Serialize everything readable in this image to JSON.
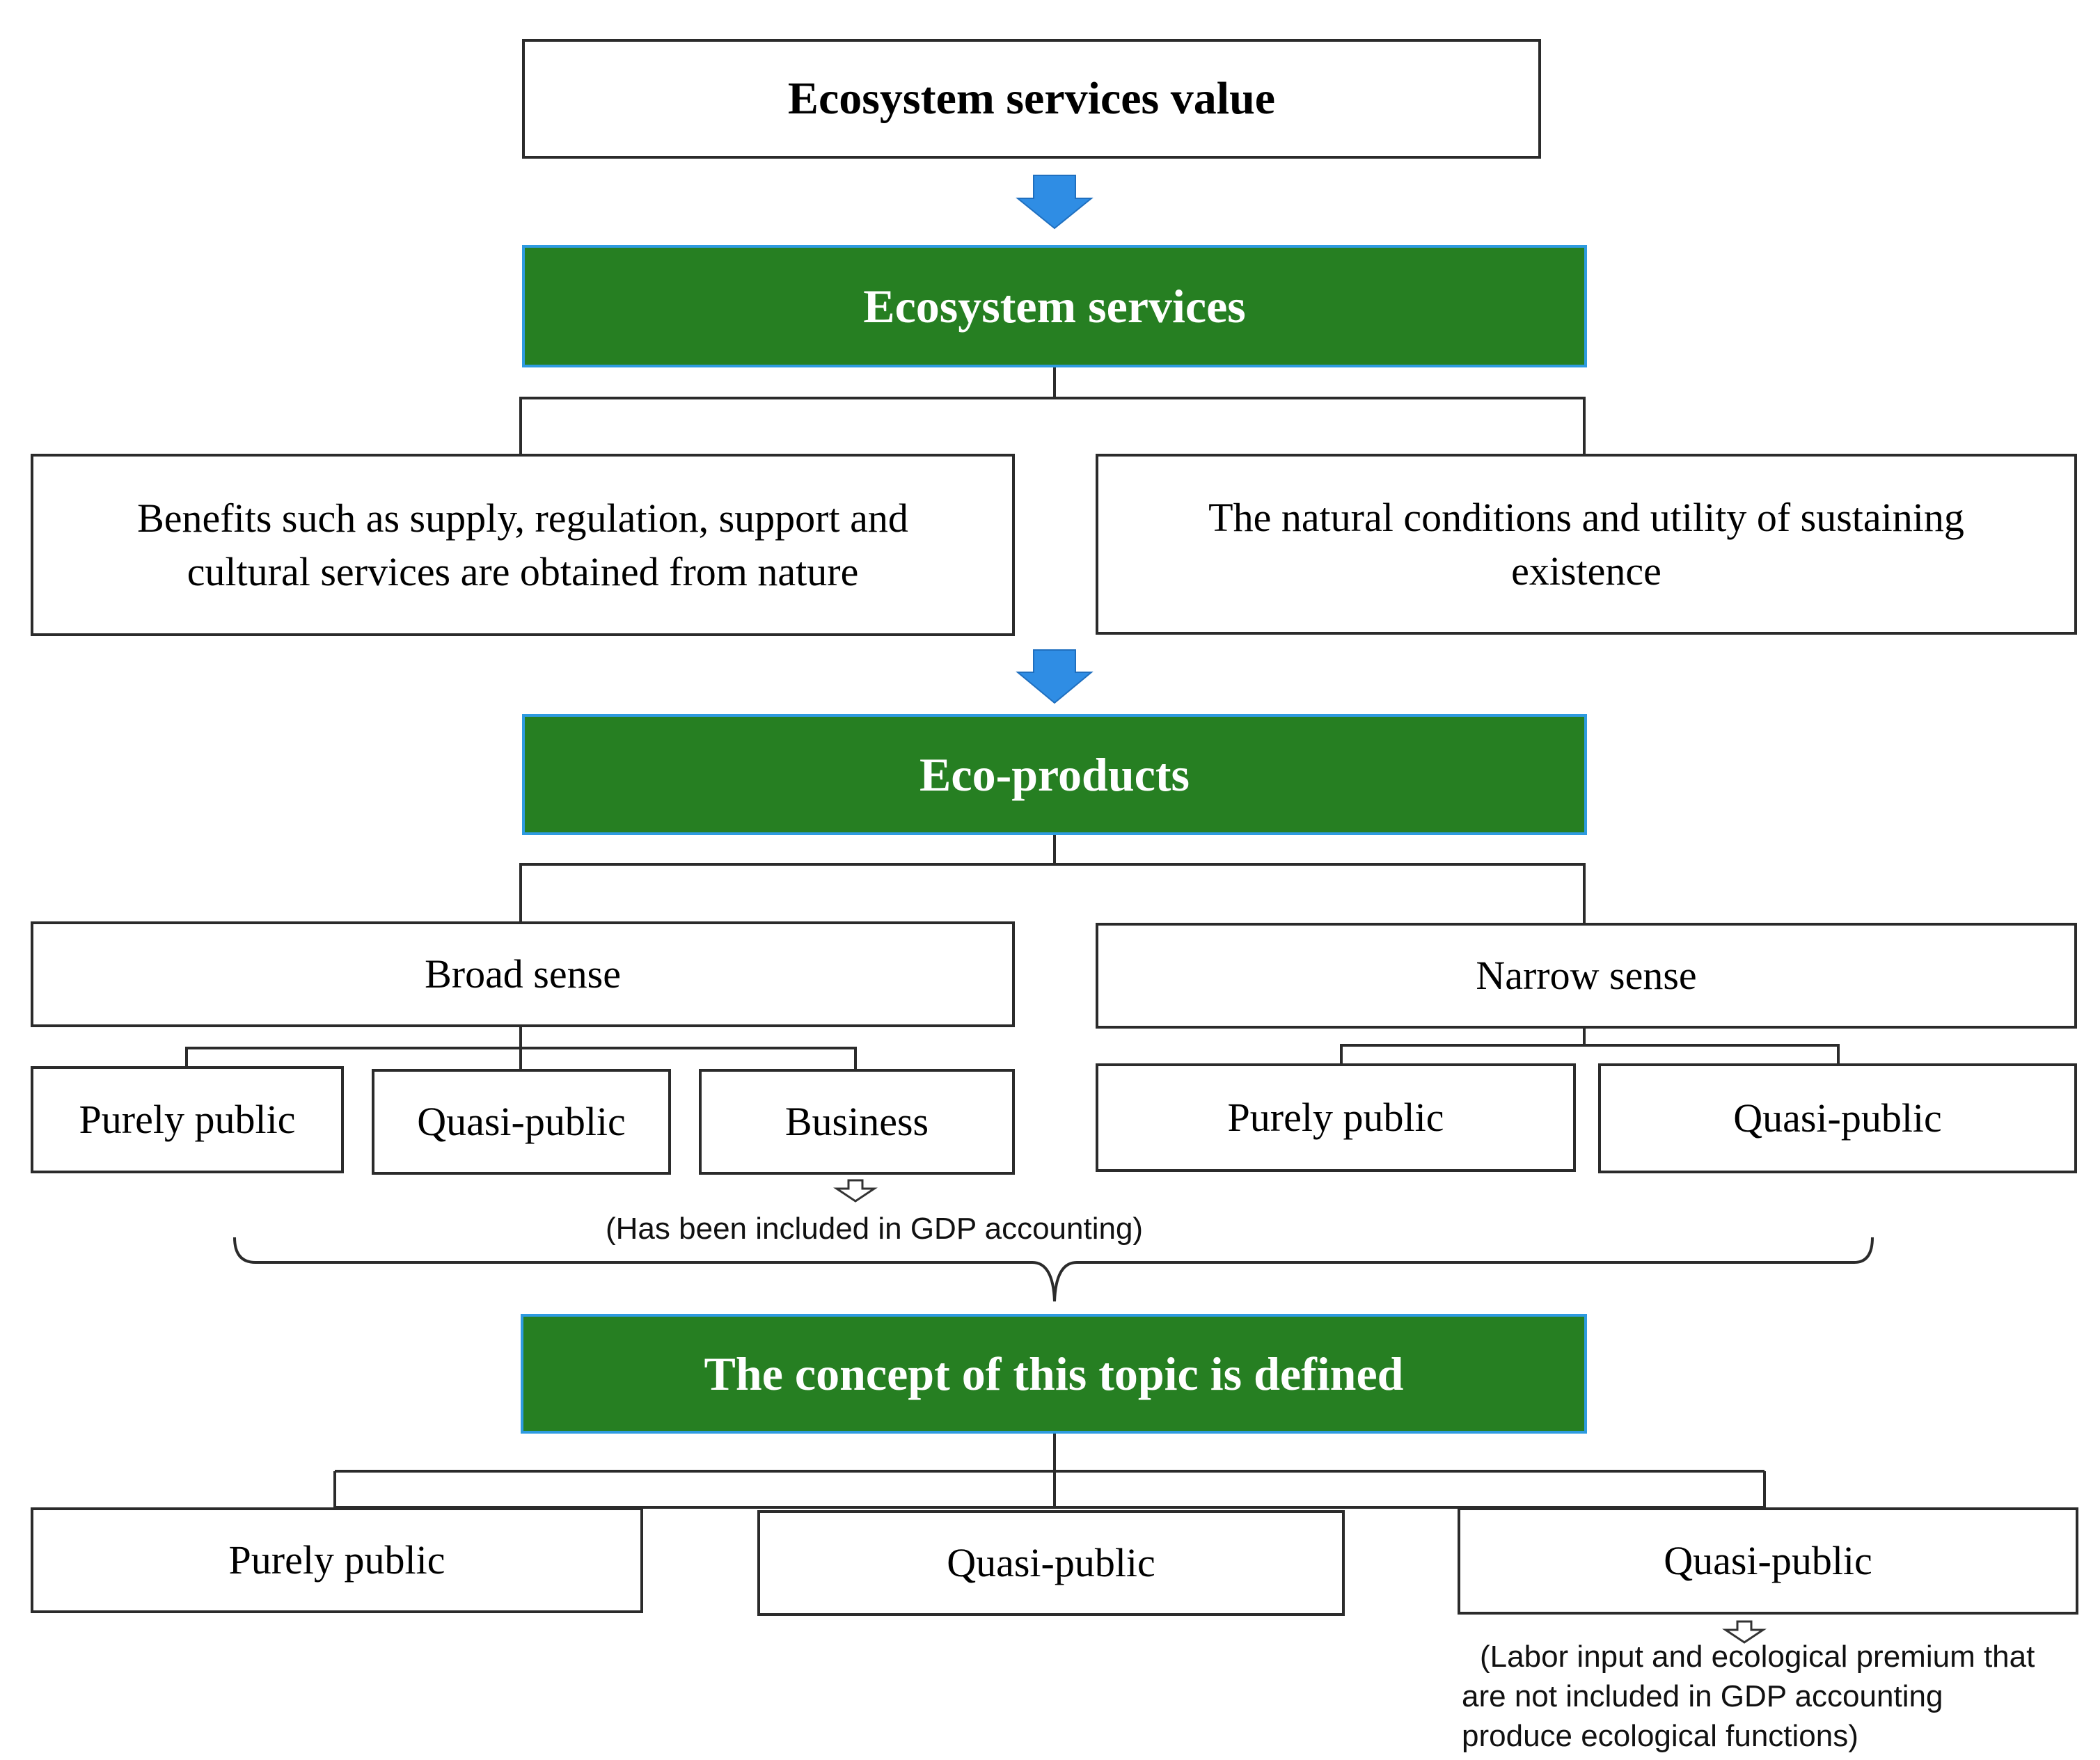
{
  "title": "Ecosystem services value",
  "level1": {
    "label": "Ecosystem services",
    "left": "Benefits such as supply, regulation, support and cultural services are obtained from nature",
    "right": "The natural conditions and utility of sustaining existence"
  },
  "level2": {
    "label": "Eco-products",
    "broad": {
      "label": "Broad sense",
      "items": [
        "Purely public",
        "Quasi-public",
        "Business"
      ]
    },
    "narrow": {
      "label": "Narrow sense",
      "items": [
        "Purely public",
        "Quasi-public"
      ]
    },
    "business_note": "(Has been included in GDP accounting)"
  },
  "level3": {
    "label": "The concept of this topic is defined",
    "items": [
      "Purely public",
      "Quasi-public",
      "Quasi-public"
    ],
    "note_lines": [
      "(Labor input and ecological premium that",
      "are not included in GDP accounting",
      "produce ecological functions)"
    ]
  },
  "colors": {
    "green_fill": "#267f22",
    "green_border": "#2e9be0",
    "arrow": "#2f8de4",
    "line": "#2b2b2b"
  },
  "icons": [
    "down-arrow-icon",
    "hollow-down-arrow-icon",
    "brace"
  ]
}
